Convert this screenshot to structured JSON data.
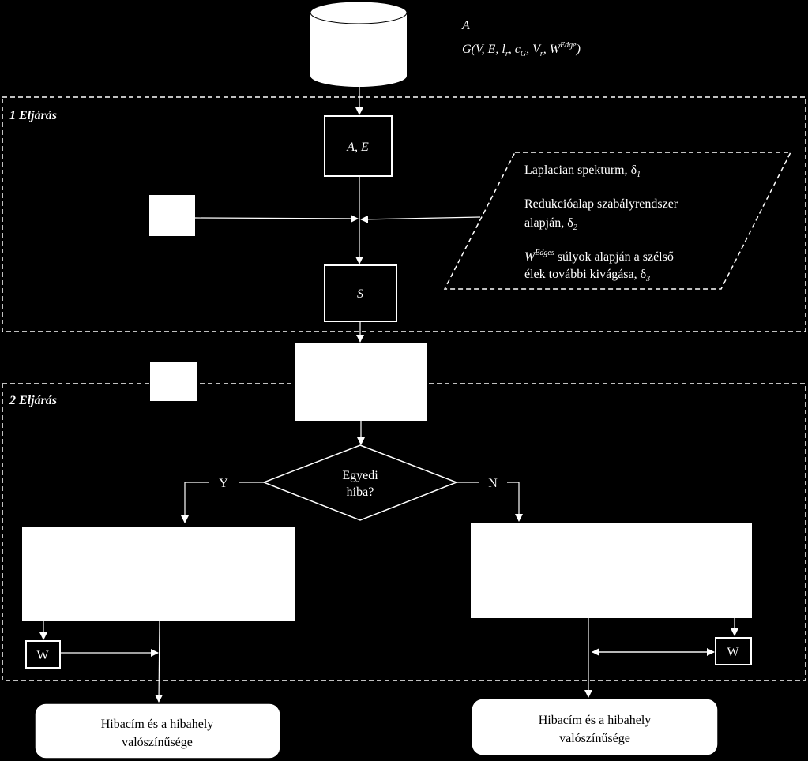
{
  "inputs": {
    "line1": "A",
    "line2": "G(V, E, l",
    "line2_sub1": "r",
    "line2_mid1": ", c",
    "line2_sub2": "G",
    "line2_mid2": ", V",
    "line2_sub3": "r",
    "line2_mid3": ", W",
    "line2_sup": "Edge",
    "line2_end": ")"
  },
  "section1": {
    "title": "1 Eljárás",
    "box_ae": "A, E",
    "box_s": "S",
    "para": {
      "l1": "Laplacian spekturm, δ",
      "l1_sub": "1",
      "l2": "Redukcióalap szabályrendszer",
      "l3": "alapján, δ",
      "l3_sub": "2",
      "l4_w": "W",
      "l4_sup": "Edges",
      "l4_rest": " súlyok alapján a szélső",
      "l5": "élek további kivágása, δ",
      "l5_sub": "3"
    }
  },
  "section2": {
    "title": "2 Eljárás",
    "decision_l1": "Egyedi",
    "decision_l2": "hiba?",
    "yes": "Y",
    "no": "N",
    "w_left": "W",
    "w_right": "W",
    "out_left_l1": "Hibacím és a hibahely",
    "out_left_l2": "valószínűsége",
    "out_right_l1": "Hibacím és a hibahely",
    "out_right_l2": "valószínűsége"
  },
  "colors": {
    "background": "#000000",
    "line": "#ffffff",
    "fill": "#ffffff"
  }
}
